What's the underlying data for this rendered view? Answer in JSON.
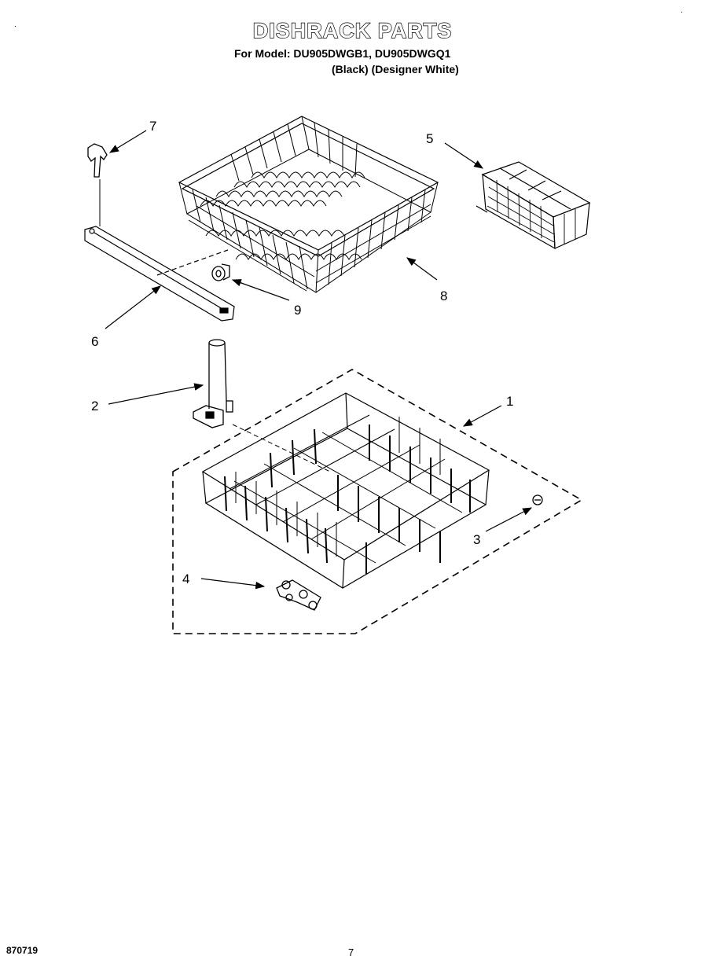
{
  "title": "DISHRACK PARTS",
  "models_line": "For Model: DU905DWGB1, DU905DWGQ1",
  "colors_line": "(Black)  (Designer White)",
  "footer": {
    "code": "870719",
    "page": "7"
  },
  "callouts": {
    "c1": "1",
    "c2": "2",
    "c3": "3",
    "c4": "4",
    "c5": "5",
    "c6": "6",
    "c7": "7",
    "c8": "8",
    "c9": "9"
  }
}
